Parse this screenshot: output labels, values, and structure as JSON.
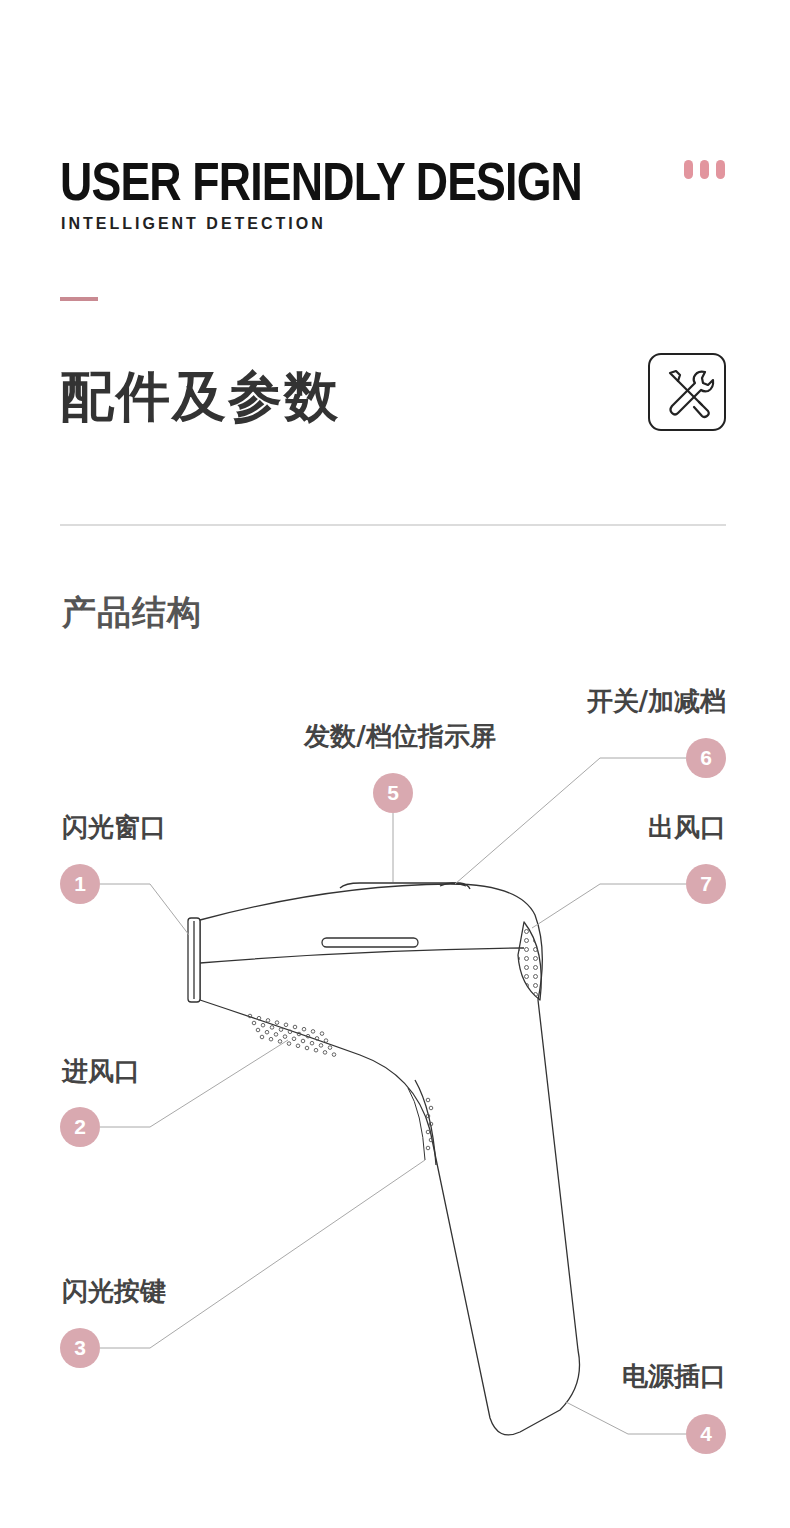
{
  "diagram": {
    "title": "USER FRIENDLY DESIGN",
    "nodes": [
      {
        "text": [
          "6"
        ]
      },
      {
        "text": [
          "5"
        ]
      },
      {
        "text": [
          "1"
        ]
      },
      {
        "text": [
          "7"
        ]
      },
      {
        "text": [
          "2"
        ]
      },
      {
        "text": [
          "3"
        ]
      },
      {
        "text": [
          "4"
        ]
      }
    ],
    "labels": [
      "INTELLIGENT DETECTION",
      "配件及参数",
      "产品结构",
      "开关/加减档",
      "发数/档位指示屏",
      "闪光窗口",
      "出风口",
      "进风口",
      "闪光按键",
      "电源插口"
    ]
  }
}
